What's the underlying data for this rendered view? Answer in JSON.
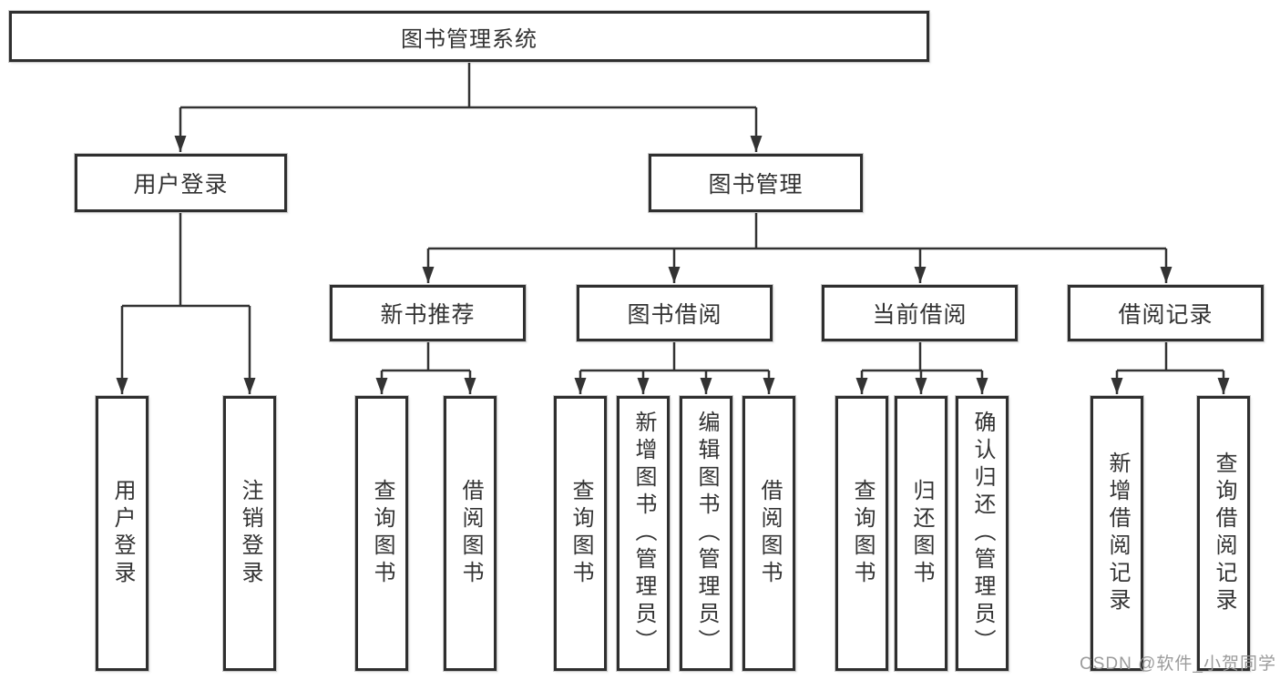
{
  "diagram": {
    "type": "tree",
    "root": {
      "label": "图书管理系统"
    },
    "level2": [
      {
        "label": "用户登录",
        "parent": "图书管理系统"
      },
      {
        "label": "图书管理",
        "parent": "图书管理系统"
      }
    ],
    "level3": [
      {
        "label": "新书推荐",
        "parent": "图书管理"
      },
      {
        "label": "图书借阅",
        "parent": "图书管理"
      },
      {
        "label": "当前借阅",
        "parent": "图书管理"
      },
      {
        "label": "借阅记录",
        "parent": "图书管理"
      }
    ],
    "leaves": [
      {
        "label": "用户登录",
        "parent": "用户登录"
      },
      {
        "label": "注销登录",
        "parent": "用户登录"
      },
      {
        "label": "查询图书",
        "parent": "新书推荐"
      },
      {
        "label": "借阅图书",
        "parent": "新书推荐"
      },
      {
        "label": "查询图书",
        "parent": "图书借阅"
      },
      {
        "label": "新增图书（管理员）",
        "parent": "图书借阅"
      },
      {
        "label": "编辑图书（管理员）",
        "parent": "图书借阅"
      },
      {
        "label": "借阅图书",
        "parent": "图书借阅"
      },
      {
        "label": "查询图书",
        "parent": "当前借阅"
      },
      {
        "label": "归还图书",
        "parent": "当前借阅"
      },
      {
        "label": "确认归还（管理员）",
        "parent": "当前借阅"
      },
      {
        "label": "新增借阅记录",
        "parent": "借阅记录"
      },
      {
        "label": "查询借阅记录",
        "parent": "借阅记录"
      }
    ]
  },
  "watermark": {
    "text": "CSDN @软件_小贺同学"
  },
  "colors": {
    "background": "#ffffff",
    "line": "#333333",
    "box_border": "#2f2f2f",
    "text": "#333333",
    "watermark": "#969696"
  }
}
